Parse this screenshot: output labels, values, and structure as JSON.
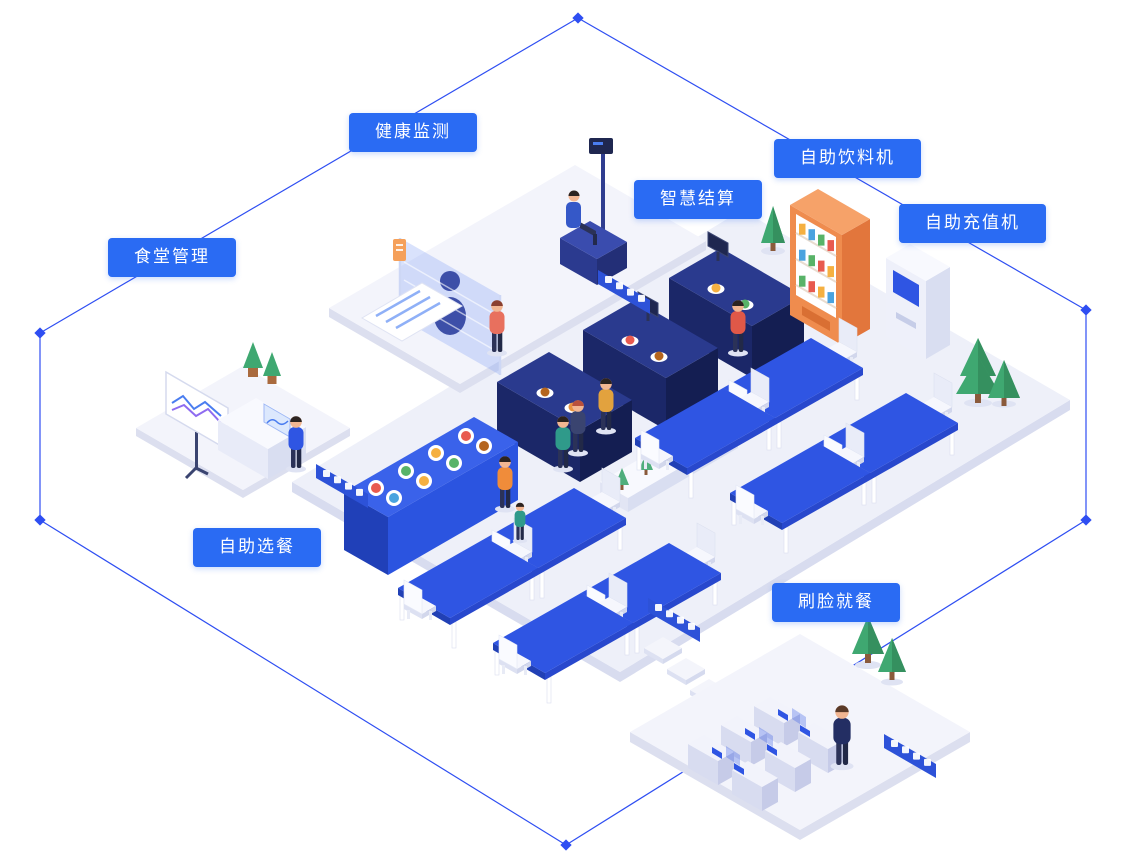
{
  "feature_labels": {
    "health_monitoring": "健康监测",
    "canteen_management": "食堂管理",
    "smart_settlement": "智慧结算",
    "beverage_machine": "自助饮料机",
    "recharge_machine": "自助充值机",
    "self_meal_selection": "自助选餐",
    "face_recognition_dining": "刷脸就餐"
  },
  "colors": {
    "label_background": "#2a6bf3",
    "label_text": "#ffffff",
    "connector_line": "#2e4ef2",
    "floor_light": "#eef0f9",
    "counter_navy": "#1b2768",
    "table_blue": "#2f55e3",
    "buffet_blue": "#2b54e0",
    "machine_orange": "#ef8c4e",
    "tree_green": "#3fa871"
  }
}
